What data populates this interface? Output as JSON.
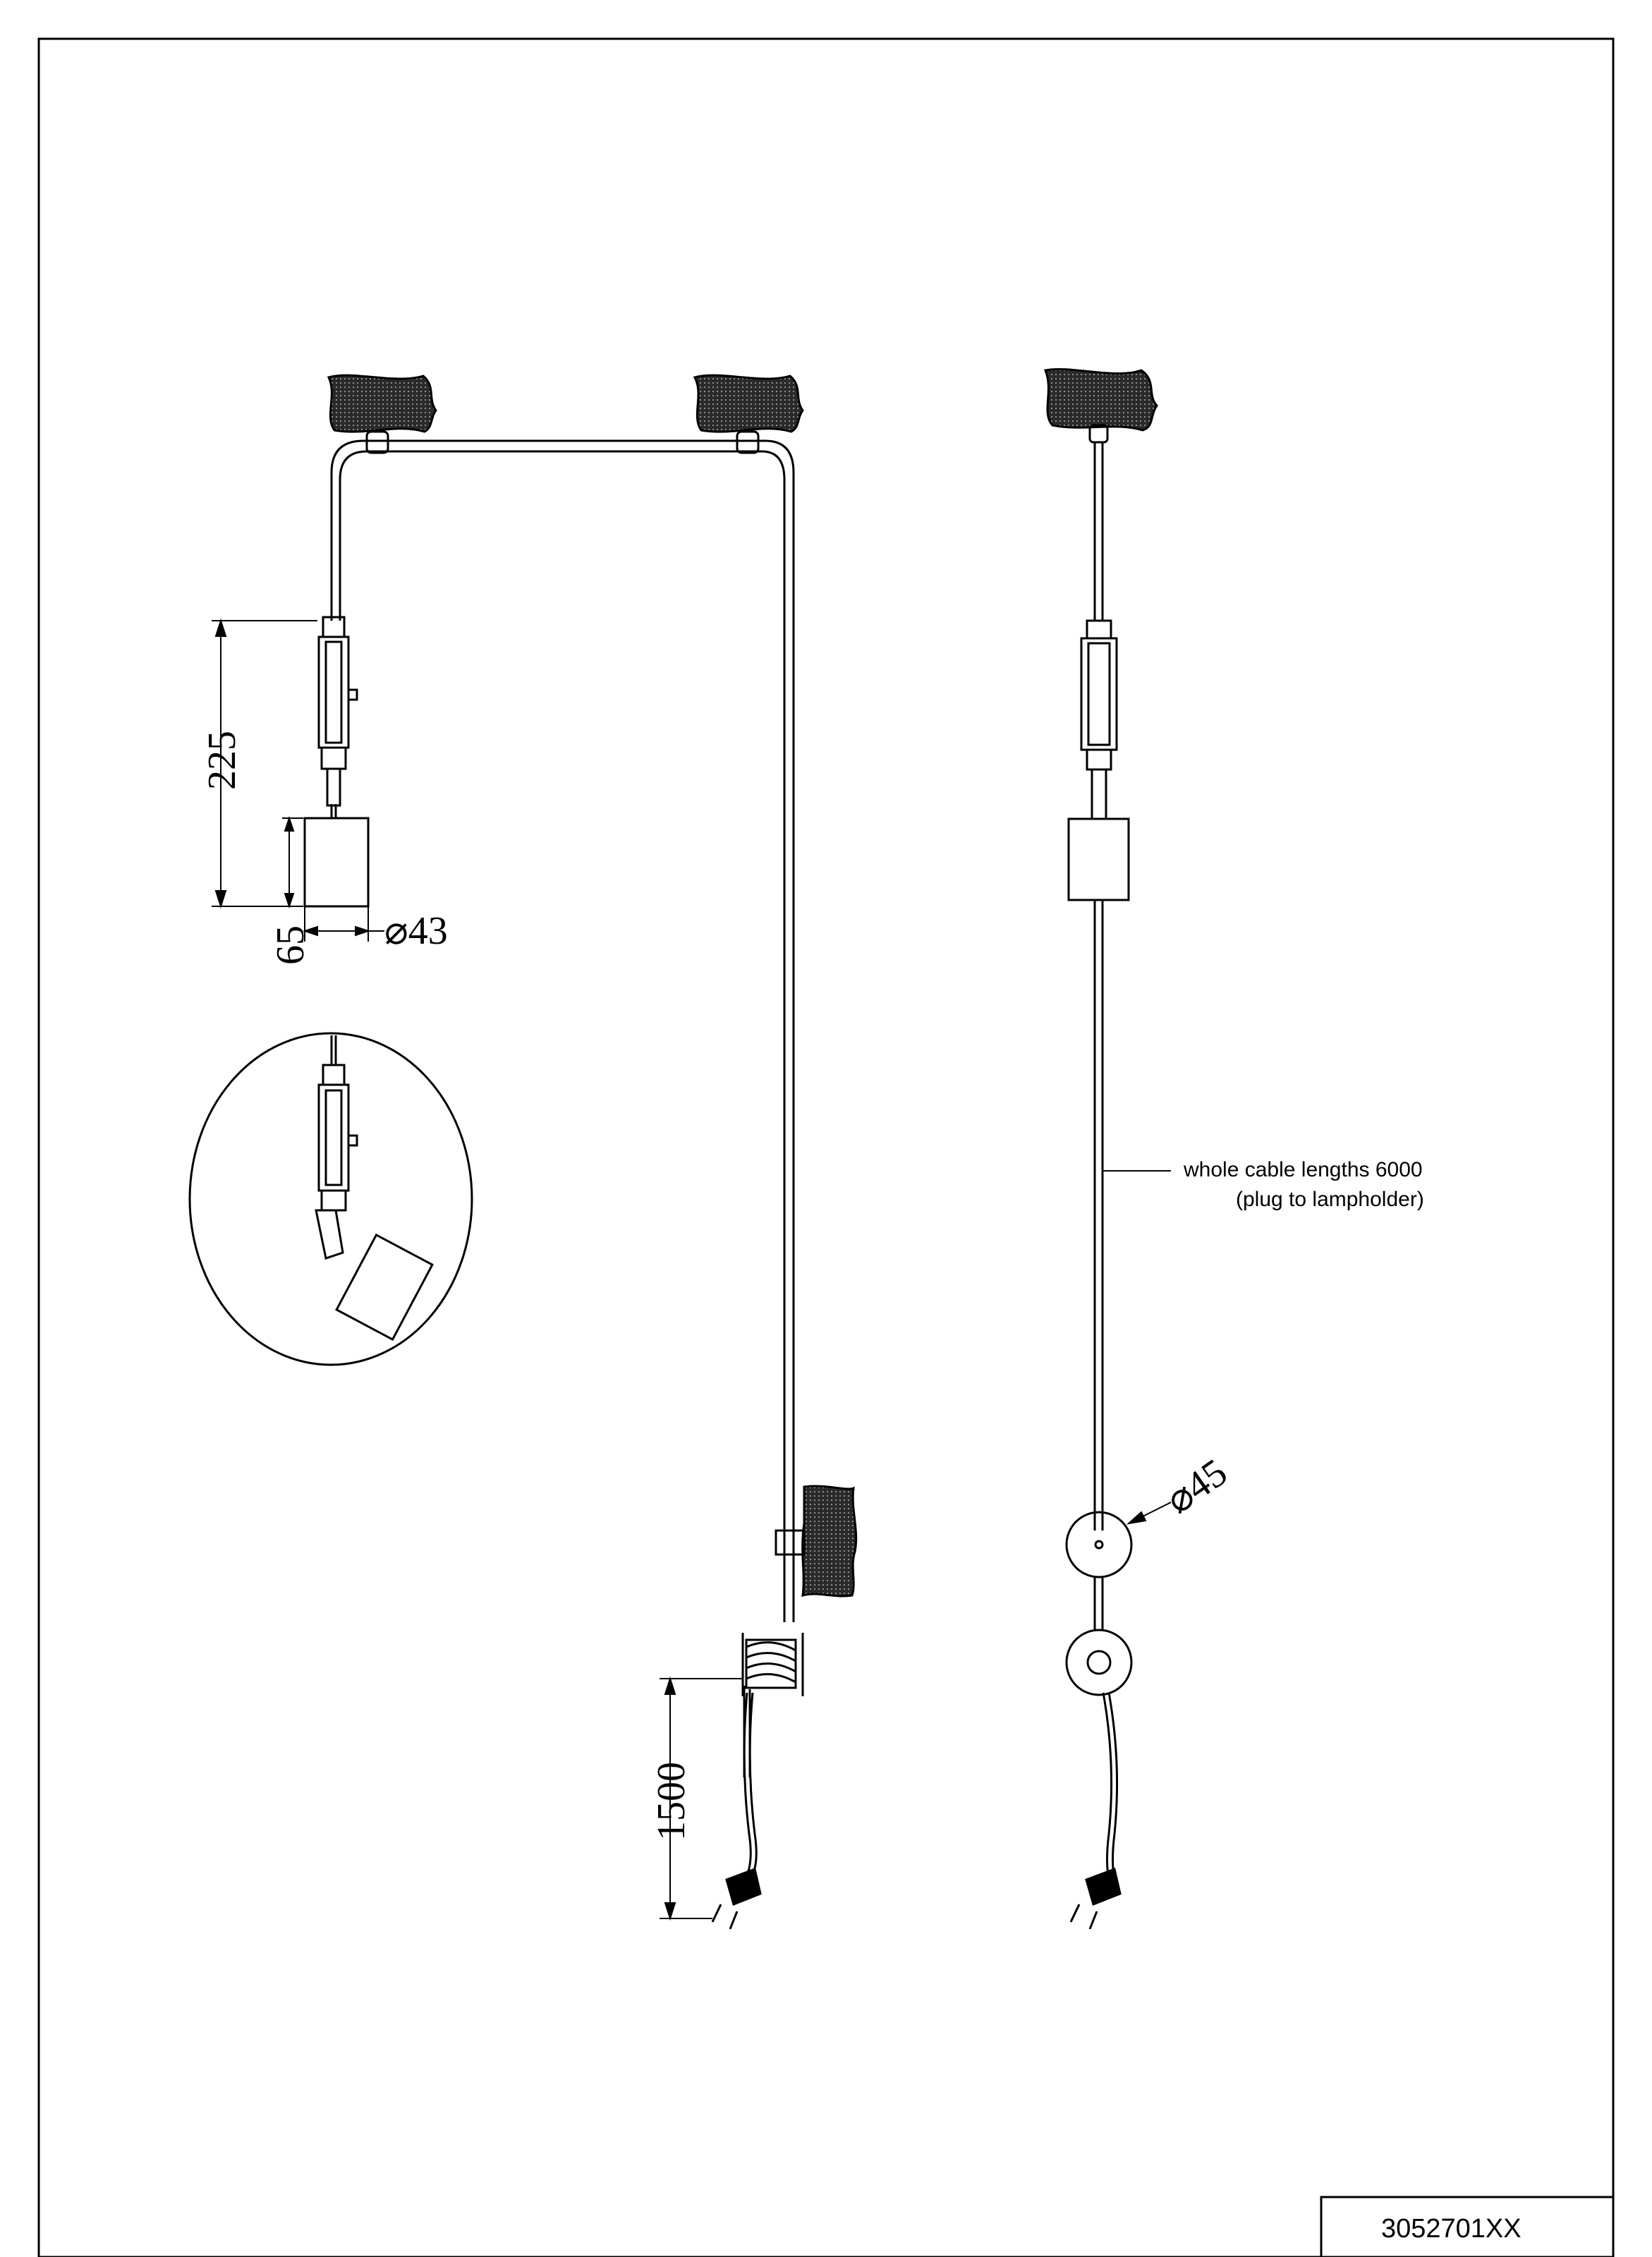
{
  "dimensions": {
    "height_spot": "225",
    "height_shade": "65",
    "diameter_shade": "⌀43",
    "plug_cable": "1500",
    "diameter_holder": "⌀45"
  },
  "note": {
    "line1": "whole cable lengths 6000",
    "line2": "(plug to lampholder)"
  },
  "title_block": {
    "code": "3052701XX"
  },
  "colors": {
    "line": "#000000",
    "background": "#ffffff"
  }
}
